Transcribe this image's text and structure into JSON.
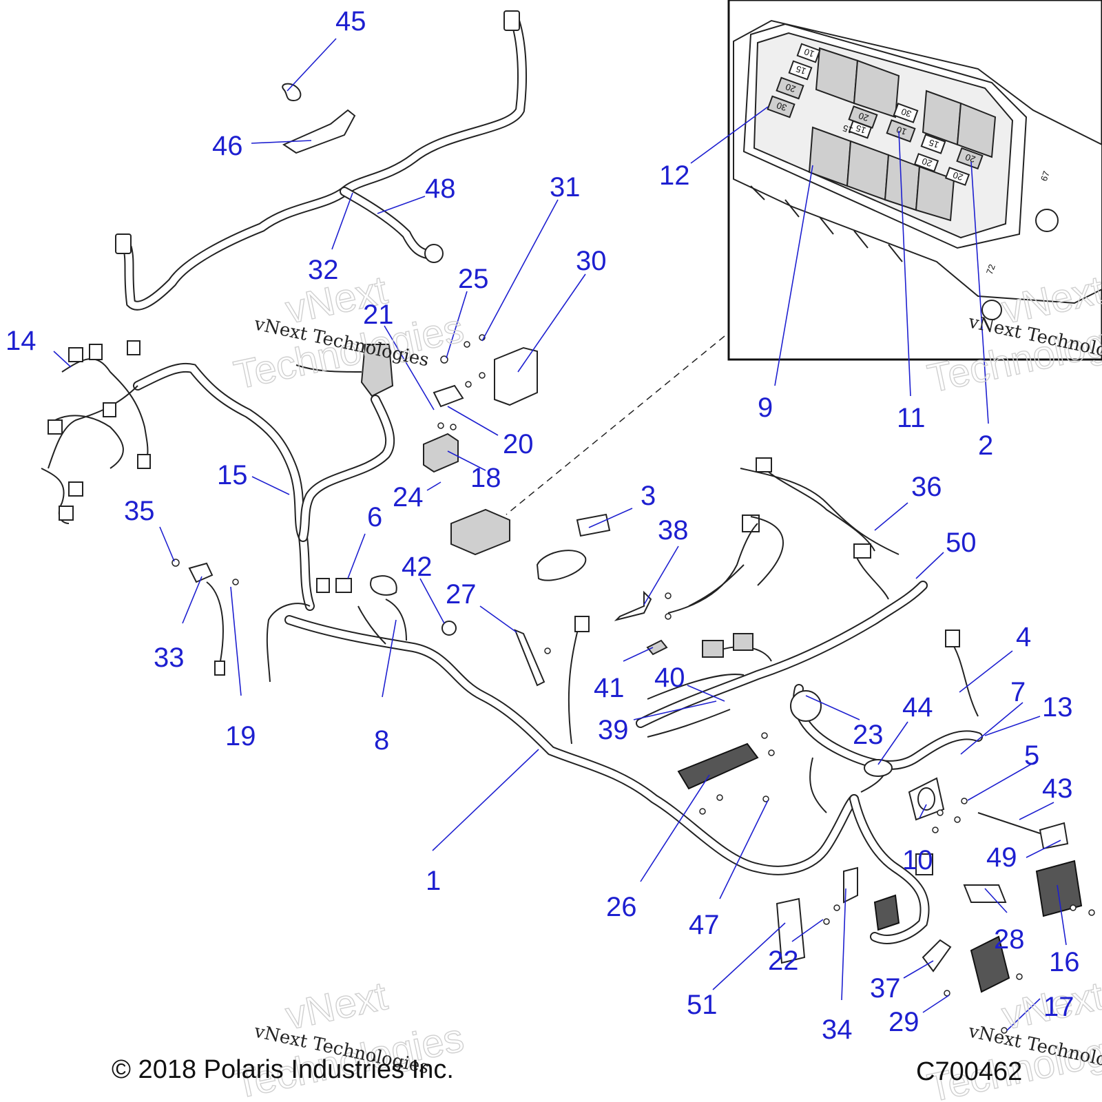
{
  "parts": [
    {
      "id": "n45",
      "label": "45"
    },
    {
      "id": "n46",
      "label": "46"
    },
    {
      "id": "n48",
      "label": "48"
    },
    {
      "id": "n32",
      "label": "32"
    },
    {
      "id": "n31",
      "label": "31"
    },
    {
      "id": "n30",
      "label": "30"
    },
    {
      "id": "n25",
      "label": "25"
    },
    {
      "id": "n21",
      "label": "21"
    },
    {
      "id": "n14",
      "label": "14"
    },
    {
      "id": "n20",
      "label": "20"
    },
    {
      "id": "n18",
      "label": "18"
    },
    {
      "id": "n15",
      "label": "15"
    },
    {
      "id": "n24",
      "label": "24"
    },
    {
      "id": "n35",
      "label": "35"
    },
    {
      "id": "n6",
      "label": "6"
    },
    {
      "id": "n42",
      "label": "42"
    },
    {
      "id": "n27",
      "label": "27"
    },
    {
      "id": "n3",
      "label": "3"
    },
    {
      "id": "n38",
      "label": "38"
    },
    {
      "id": "n36",
      "label": "36"
    },
    {
      "id": "n50",
      "label": "50"
    },
    {
      "id": "n33",
      "label": "33"
    },
    {
      "id": "n19",
      "label": "19"
    },
    {
      "id": "n8",
      "label": "8"
    },
    {
      "id": "n41",
      "label": "41"
    },
    {
      "id": "n40",
      "label": "40"
    },
    {
      "id": "n39",
      "label": "39"
    },
    {
      "id": "n23",
      "label": "23"
    },
    {
      "id": "n44",
      "label": "44"
    },
    {
      "id": "n4",
      "label": "4"
    },
    {
      "id": "n7",
      "label": "7"
    },
    {
      "id": "n13",
      "label": "13"
    },
    {
      "id": "n5",
      "label": "5"
    },
    {
      "id": "n43",
      "label": "43"
    },
    {
      "id": "n1",
      "label": "1"
    },
    {
      "id": "n26",
      "label": "26"
    },
    {
      "id": "n47",
      "label": "47"
    },
    {
      "id": "n10",
      "label": "10"
    },
    {
      "id": "n49",
      "label": "49"
    },
    {
      "id": "n22",
      "label": "22"
    },
    {
      "id": "n51",
      "label": "51"
    },
    {
      "id": "n34",
      "label": "34"
    },
    {
      "id": "n28",
      "label": "28"
    },
    {
      "id": "n16",
      "label": "16"
    },
    {
      "id": "n37",
      "label": "37"
    },
    {
      "id": "n29",
      "label": "29"
    },
    {
      "id": "n17",
      "label": "17"
    },
    {
      "id": "n12",
      "label": "12"
    },
    {
      "id": "n9",
      "label": "9"
    },
    {
      "id": "n11",
      "label": "11"
    },
    {
      "id": "n2",
      "label": "2"
    }
  ],
  "fuse_ratings": [
    {
      "id": "f1",
      "label": "10"
    },
    {
      "id": "f2",
      "label": "15"
    },
    {
      "id": "f3",
      "label": "20"
    },
    {
      "id": "f4",
      "label": "30"
    },
    {
      "id": "f5",
      "label": "20"
    },
    {
      "id": "f6",
      "label": "15"
    },
    {
      "id": "f7",
      "label": "10"
    },
    {
      "id": "f8",
      "label": "30"
    },
    {
      "id": "f9",
      "label": "15"
    },
    {
      "id": "f10",
      "label": "20"
    },
    {
      "id": "f11",
      "label": "20"
    },
    {
      "id": "f12",
      "label": "20"
    },
    {
      "id": "f13",
      "label": "15"
    }
  ],
  "housing_marks": {
    "m1": "67",
    "m2": "72"
  },
  "watermark": "vNext Technologies",
  "watermark_big_1": "vNext",
  "watermark_big_2": "Technologies",
  "copyright": "© 2018 Polaris Industries Inc.",
  "diagram_code": "C700462"
}
